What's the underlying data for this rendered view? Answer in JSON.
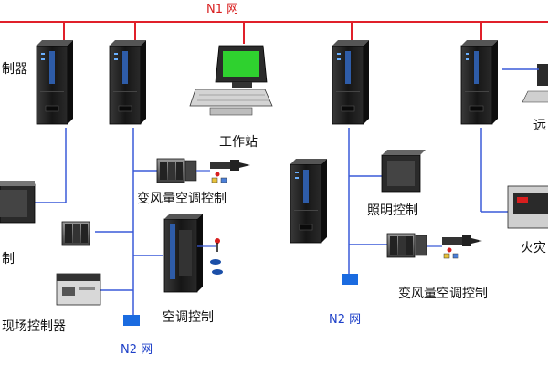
{
  "diagram": {
    "network_top": "N1 网",
    "network_bottom_left": "N2 网",
    "network_bottom_right": "N2 网",
    "labels": {
      "controller_top_left": "制器",
      "workstation": "工作站",
      "vav_left": "变风量空调控制",
      "left_middle": "制",
      "field_controller": "现场控制器",
      "ac_control": "空调控制",
      "lighting": "照明控制",
      "vav_right": "变风量空调控制",
      "remote_right": "远",
      "fire_right": "火灾"
    },
    "colors": {
      "n1_line": "#e0202a",
      "n2_line": "#3a5ad8",
      "n2_node": "#1a6be0",
      "server_dark": "#1c1c1c",
      "server_blue": "#2e5ca8",
      "screen_green": "#2fd12f"
    }
  }
}
